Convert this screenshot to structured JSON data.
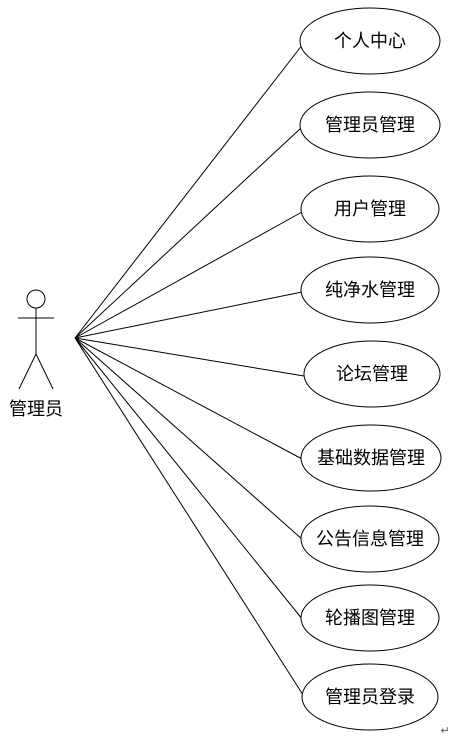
{
  "diagram": {
    "actor": {
      "label": "管理员"
    },
    "use_cases": [
      {
        "label": "个人中心"
      },
      {
        "label": "管理员管理"
      },
      {
        "label": "用户管理"
      },
      {
        "label": "纯净水管理"
      },
      {
        "label": "论坛管理"
      },
      {
        "label": "基础数据管理"
      },
      {
        "label": "公告信息管理"
      },
      {
        "label": "轮播图管理"
      },
      {
        "label": "管理员登录"
      }
    ],
    "paragraph_mark": "↵"
  }
}
